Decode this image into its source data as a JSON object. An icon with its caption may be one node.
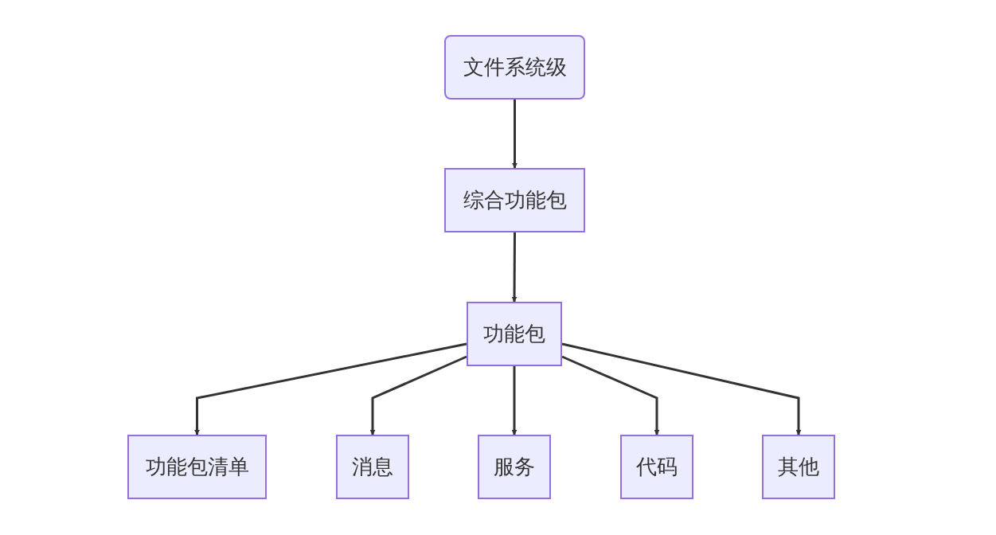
{
  "diagram": {
    "nodes": [
      {
        "text": [
          "文件系统级"
        ]
      },
      {
        "text": [
          "综合功能包"
        ]
      },
      {
        "text": [
          "功能包"
        ]
      },
      {
        "text": [
          "功能包清单"
        ]
      },
      {
        "text": [
          "消息"
        ]
      },
      {
        "text": [
          "服务"
        ]
      },
      {
        "text": [
          "代码"
        ]
      },
      {
        "text": [
          "其他"
        ]
      }
    ],
    "edges": [
      {
        "from": 0,
        "to": 1,
        "arrow": "to"
      },
      {
        "from": 1,
        "to": 2,
        "arrow": "to"
      },
      {
        "from": 2,
        "to": 3,
        "arrow": "to"
      },
      {
        "from": 2,
        "to": 4,
        "arrow": "to"
      },
      {
        "from": 2,
        "to": 5,
        "arrow": "to"
      },
      {
        "from": 2,
        "to": 6,
        "arrow": "to"
      },
      {
        "from": 2,
        "to": 7,
        "arrow": "to"
      }
    ]
  }
}
